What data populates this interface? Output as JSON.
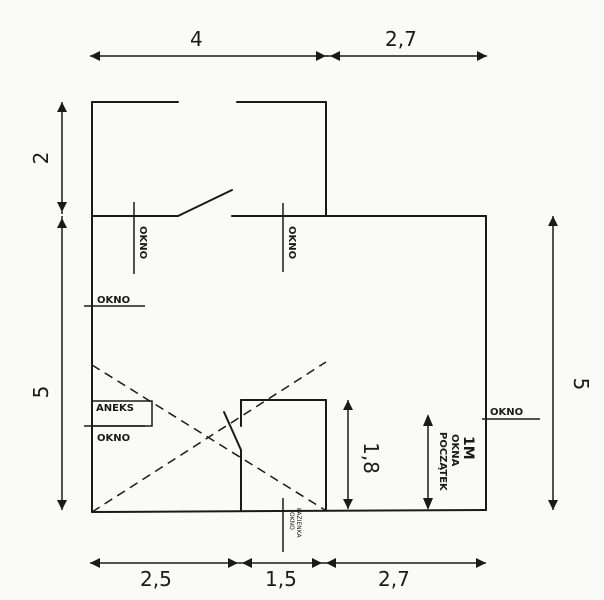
{
  "dimensions": {
    "top_left": "4",
    "top_right": "2,7",
    "left_upper": "2",
    "left_lower": "5",
    "right": "5",
    "bottom_1": "2,5",
    "bottom_2": "1,5",
    "bottom_3": "2,7",
    "inner_height": "1,8"
  },
  "labels": {
    "okno_wall_1": "OKNO",
    "okno_wall_2": "OKNO",
    "okno_left_upper": "OKNO",
    "okno_left_lower": "OKNO",
    "okno_right": "OKNO",
    "aneks": "ANEKS",
    "okno_bottom_line1": "OKNO",
    "okno_bottom_line2": "ŁAZIENKA",
    "poczatek_line1": "POCZĄTEK",
    "poczatek_line2": "OKNA",
    "poczatek_line3": "1M"
  }
}
